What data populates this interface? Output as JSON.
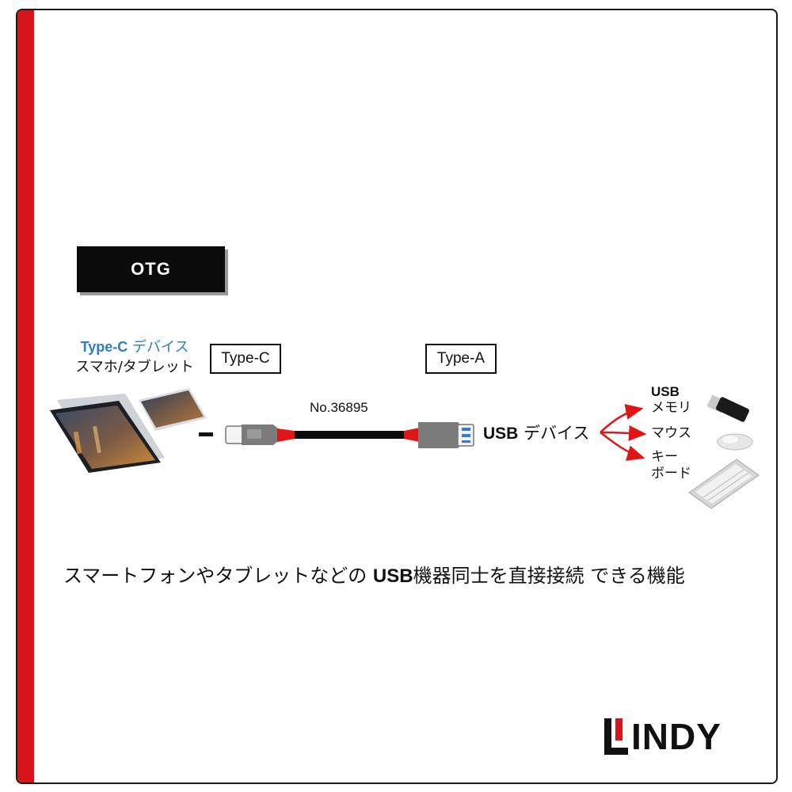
{
  "badge": {
    "text": "OTG"
  },
  "source_device": {
    "type_prefix": "Type-C",
    "type_suffix": " デバイス",
    "examples": "スマホ/タブレット"
  },
  "connectors": {
    "left": "Type-C",
    "right": "Type-A"
  },
  "cable": {
    "model": "No.36895"
  },
  "usb_device": {
    "bold": "USB",
    "rest": " デバイス"
  },
  "targets": {
    "memory_line1": "USB",
    "memory_line2": "メモリ",
    "mouse": "マウス",
    "keyboard_line1": "キー",
    "keyboard_line2": "ボード"
  },
  "caption": {
    "part1": "スマートフォンやタブレットなどの ",
    "bold": "USB",
    "part2": "機器同士を直接接続 できる機能"
  },
  "logo": {
    "text": "INDY"
  },
  "colors": {
    "brand_red": "#d7141a",
    "accent_blue": "#2d7ec4",
    "black": "#0b0b0b"
  }
}
